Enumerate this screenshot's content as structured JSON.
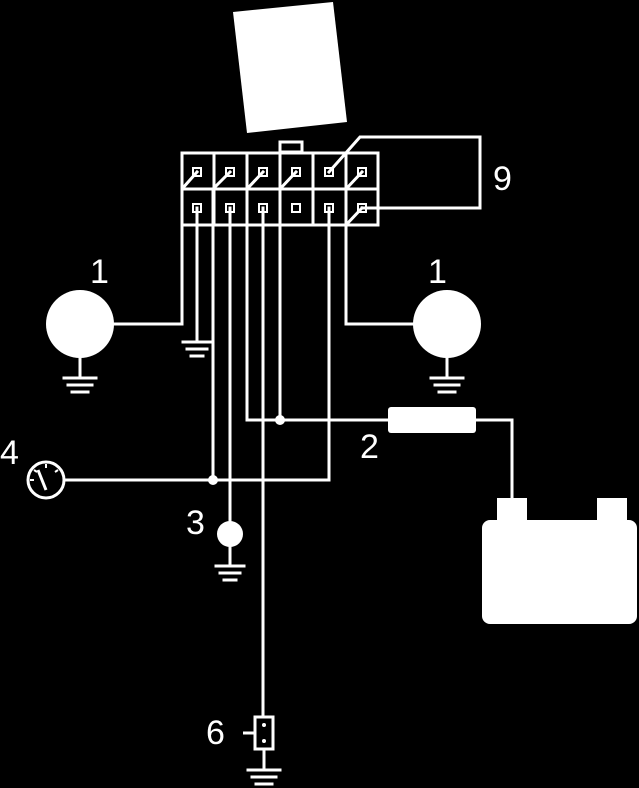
{
  "diagram": {
    "background_color": "#000000",
    "line_color": "#ffffff",
    "labels": {
      "lamp_left": "1",
      "lamp_right": "1",
      "fuse": "2",
      "indicator_lamp": "3",
      "gauge": "4",
      "switch": "6",
      "jumper": "9"
    }
  }
}
